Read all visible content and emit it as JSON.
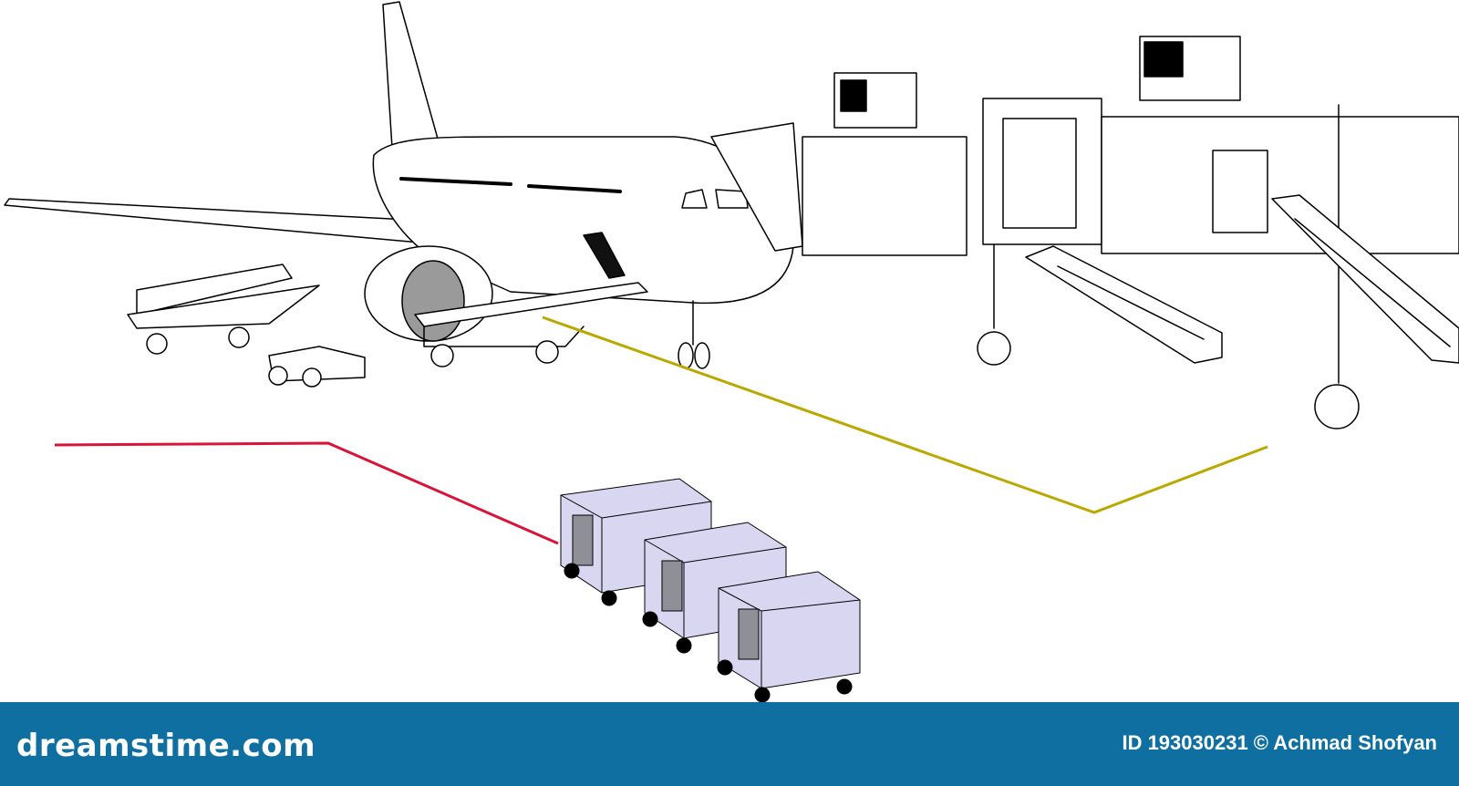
{
  "footer": {
    "brand": "dreamstime.com",
    "credit": "ID 193030231 © Achmad Shofyan",
    "background_color": "#0f6fa1"
  },
  "scene": {
    "illustration": "airplane-at-gate",
    "line_color_red": "#d8143a",
    "line_color_olive": "#b9a800",
    "container_fill": "#d9d6f2"
  }
}
